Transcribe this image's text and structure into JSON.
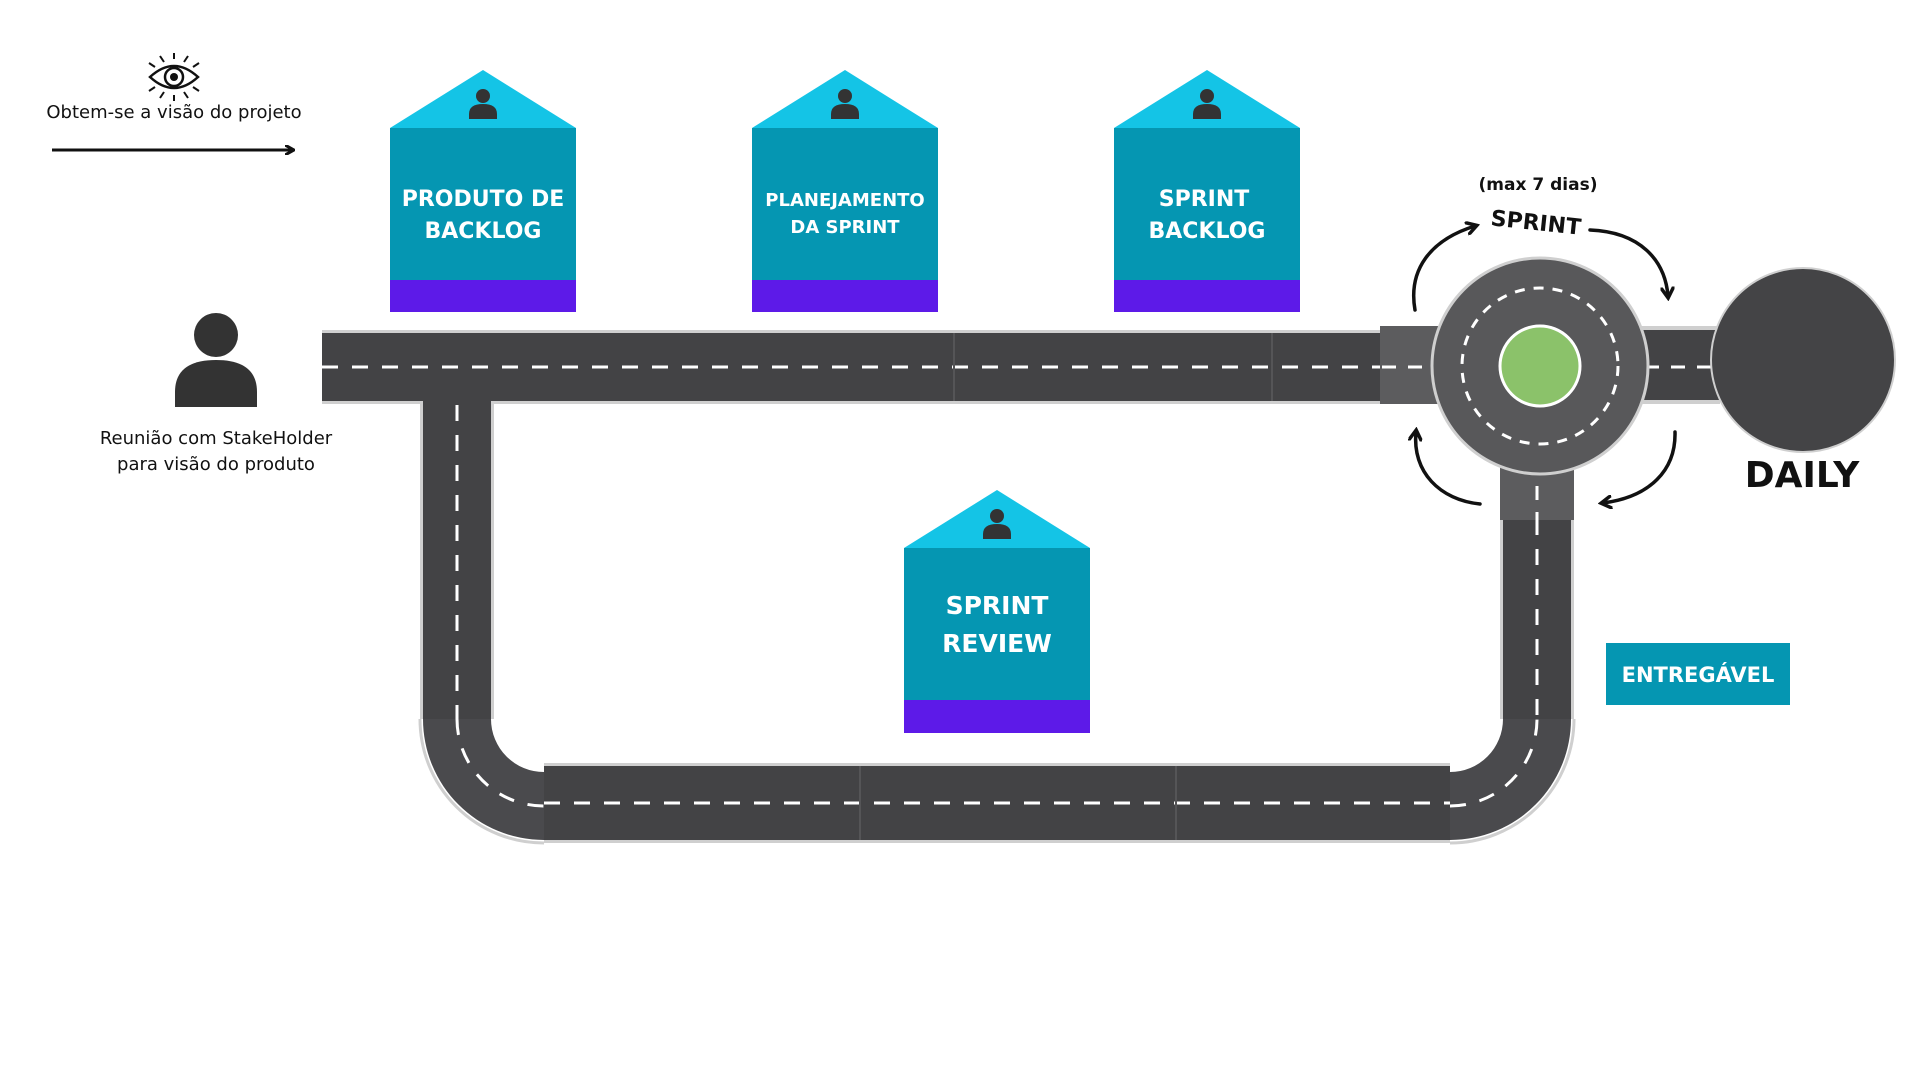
{
  "colors": {
    "road": "#434345",
    "road_light": "#5c5c5e",
    "roundabout": "#58585a",
    "road_edge": "#cfcfcf",
    "lane_marking": "#ffffff",
    "house_roof": "#14c4e6",
    "house_body": "#0596b2",
    "house_base": "#5d1ae8",
    "entregavel_bg": "#0596b2",
    "person": "#333333",
    "daily_circle": "#444446",
    "center_island": "#8bc26a"
  },
  "vision": {
    "icon": "eye-icon",
    "label": "Obtem-se a visão do projeto"
  },
  "stakeholder": {
    "icon": "person-icon",
    "line1": "Reunião com StakeHolder",
    "line2": "para visão do produto"
  },
  "houses": {
    "produto_backlog": {
      "line1": "PRODUTO DE",
      "line2": "BACKLOG",
      "icon": "person-icon"
    },
    "planejamento": {
      "line1": "PLANEJAMENTO",
      "line2": "DA SPRINT",
      "icon": "person-icon"
    },
    "sprint_backlog": {
      "line1": "SPRINT",
      "line2": "BACKLOG",
      "icon": "person-icon"
    },
    "sprint_review": {
      "line1": "SPRINT",
      "line2": "REVIEW",
      "icon": "person-icon"
    }
  },
  "sprint": {
    "max_label": "(max 7 dias)",
    "label": "SPRINT",
    "arrow_icon": "curved-arrow-icon"
  },
  "daily": {
    "label": "DAILY"
  },
  "entregavel": {
    "label": "ENTREGÁVEL"
  }
}
